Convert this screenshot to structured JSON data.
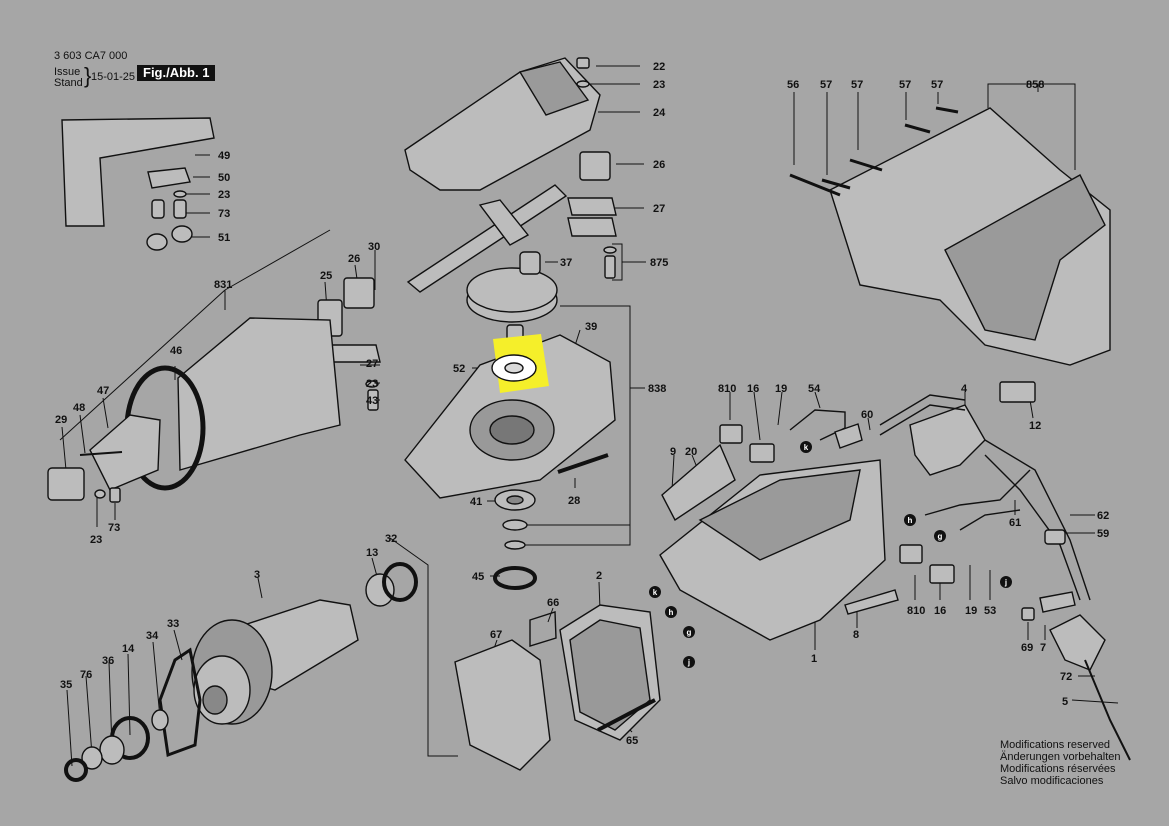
{
  "header": {
    "doc_code": "3 603 CA7 000",
    "issue_label": "Issue",
    "stand_label": "Stand",
    "date": "15-01-25",
    "figure": "Fig./Abb. 1"
  },
  "notice": {
    "lines": [
      "Modifications reserved",
      "Änderungen vorbehalten",
      "Modifications réservées",
      "Salvo modificaciones"
    ]
  },
  "highlight": {
    "part": "52",
    "color": "#f5ef2a"
  },
  "labels": {
    "p22": "22",
    "p23a": "23",
    "p24": "24",
    "p49": "49",
    "p50": "50",
    "p23b": "23",
    "p73a": "73",
    "p51": "51",
    "p26a": "26",
    "p27a": "27",
    "p30": "30",
    "p26b": "26",
    "p25": "25",
    "p37": "37",
    "p875": "875",
    "p831": "831",
    "p46": "46",
    "p27b": "27",
    "p23c": "23",
    "p43": "43",
    "p39": "39",
    "p52": "52",
    "p838": "838",
    "p47": "47",
    "p48": "48",
    "p29": "29",
    "p41": "41",
    "p28": "28",
    "p23d": "23",
    "p73b": "73",
    "p45": "45",
    "p56": "56",
    "p57a": "57",
    "p57b": "57",
    "p57c": "57",
    "p57d": "57",
    "p858": "858",
    "p810a": "810",
    "p16a": "16",
    "p19a": "19",
    "p54": "54",
    "p4": "4",
    "p60": "60",
    "p12": "12",
    "p9": "9",
    "p20": "20",
    "p61": "61",
    "p62": "62",
    "p59": "59",
    "p810b": "810",
    "p16b": "16",
    "p19b": "19",
    "p53": "53",
    "p8": "8",
    "p1": "1",
    "p69": "69",
    "p7": "7",
    "p72": "72",
    "p5": "5",
    "p3": "3",
    "p13": "13",
    "p32": "32",
    "p33": "33",
    "p34": "34",
    "p36": "36",
    "p14": "14",
    "p76": "76",
    "p35": "35",
    "p2": "2",
    "p66": "66",
    "p67": "67",
    "p65": "65"
  },
  "markers": {
    "k1": "k",
    "h1": "h",
    "g1": "g",
    "j1": "j",
    "k2": "k",
    "h2": "h",
    "g2": "g",
    "j2": "j"
  }
}
